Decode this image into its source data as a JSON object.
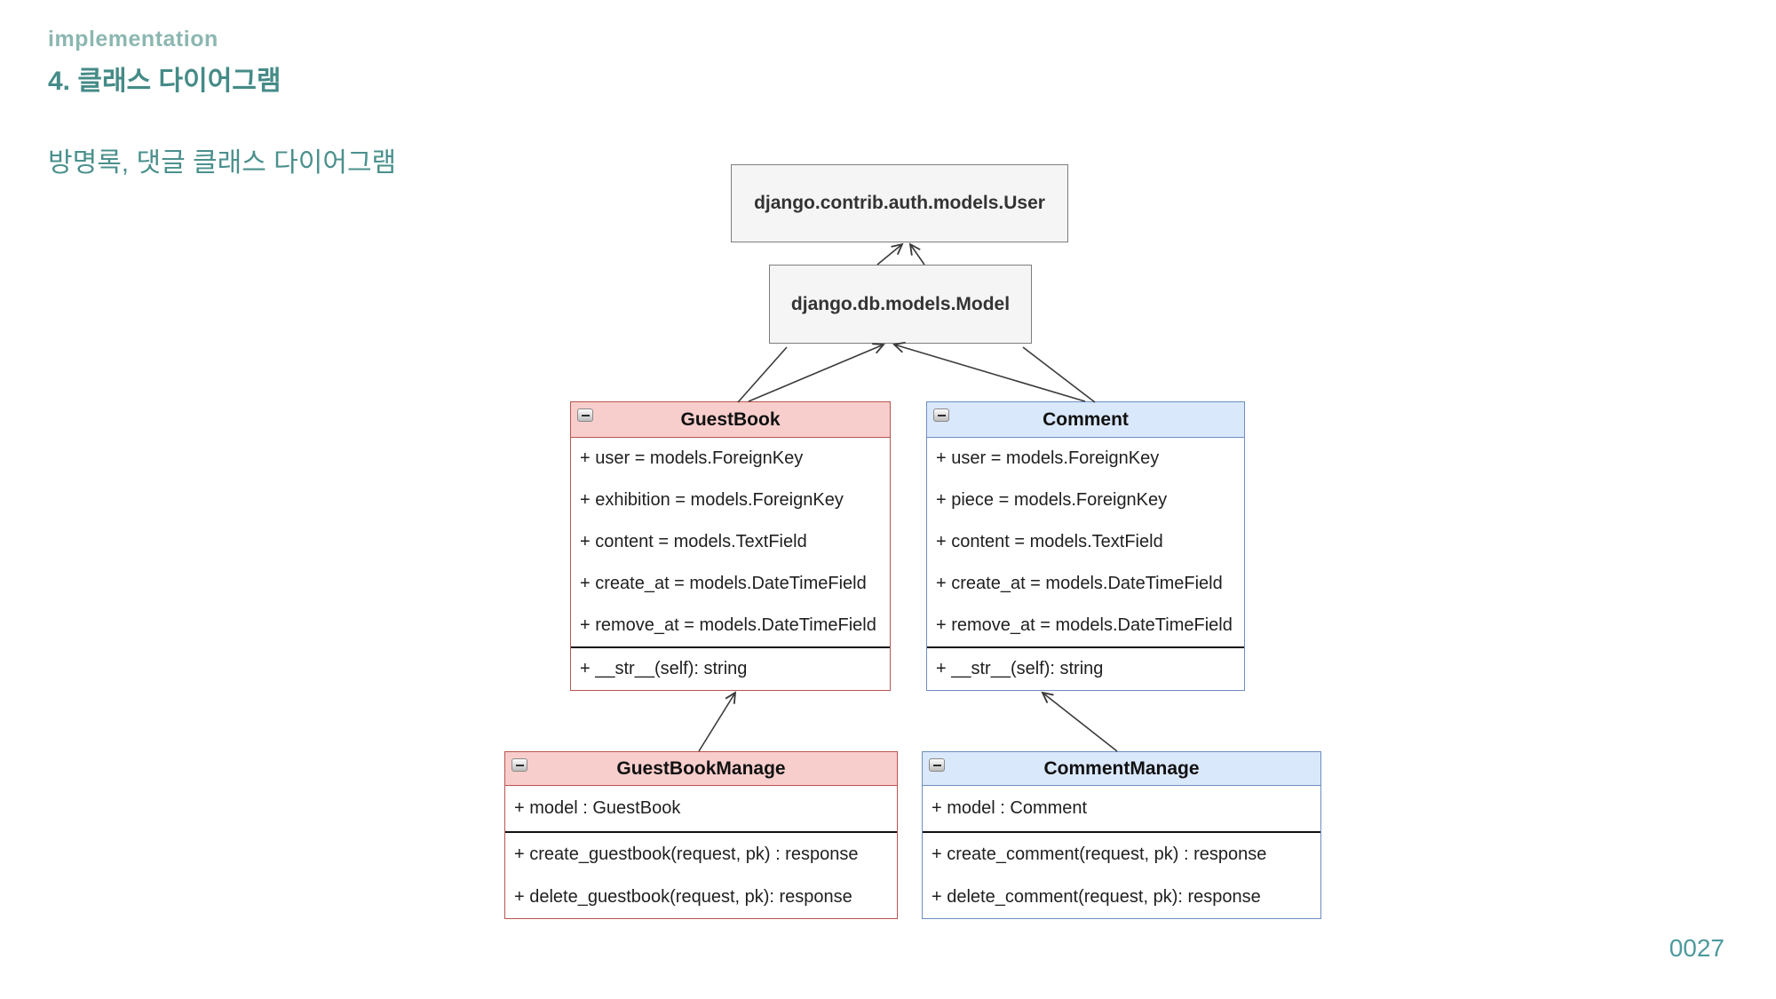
{
  "slide": {
    "eyebrow": "implementation",
    "title": "4. 클래스 다이어그램",
    "subtitle": "방명록, 댓글 클래스 다이어그램",
    "page_number": "0027"
  },
  "colors": {
    "accent_teal": "#458b87",
    "eyebrow_teal": "#8cb7b0",
    "page_number_teal": "#4d9a9c",
    "red_header_bg": "#f8cecc",
    "red_border": "#b85450",
    "blue_header_bg": "#dae8fc",
    "blue_border": "#6c8ebf",
    "external_box_bg": "#f5f5f5",
    "external_box_border": "#7d7d7d",
    "edge_stroke": "#3a3a3a"
  },
  "diagram": {
    "external_classes": [
      {
        "label": "django.contrib.auth.models.User"
      },
      {
        "label": "django.db.models.Model"
      }
    ],
    "classes": [
      {
        "name": "GuestBook",
        "theme": "red",
        "icon": "minus-icon",
        "attributes": [
          "+ user = models.ForeignKey",
          "+ exhibition = models.ForeignKey",
          "+ content = models.TextField",
          "+ create_at = models.DateTimeField",
          "+ remove_at = models.DateTimeField"
        ],
        "methods": [
          "+ __str__(self): string"
        ]
      },
      {
        "name": "Comment",
        "theme": "blue",
        "icon": "minus-icon",
        "attributes": [
          "+ user = models.ForeignKey",
          "+ piece = models.ForeignKey",
          "+ content = models.TextField",
          "+ create_at = models.DateTimeField",
          "+ remove_at = models.DateTimeField"
        ],
        "methods": [
          "+ __str__(self): string"
        ]
      },
      {
        "name": "GuestBookManage",
        "theme": "red",
        "icon": "minus-icon",
        "attributes": [
          "+ model : GuestBook"
        ],
        "methods": [
          "+ create_guestbook(request, pk) : response",
          "+ delete_guestbook(request, pk): response"
        ]
      },
      {
        "name": "CommentManage",
        "theme": "blue",
        "icon": "minus-icon",
        "attributes": [
          "+ model : Comment"
        ],
        "methods": [
          "+ create_comment(request, pk) : response",
          "+ delete_comment(request, pk): response"
        ]
      }
    ],
    "relations": [
      {
        "from": "GuestBook",
        "to": "django.contrib.auth.models.User",
        "type": "arrow"
      },
      {
        "from": "Comment",
        "to": "django.contrib.auth.models.User",
        "type": "arrow"
      },
      {
        "from": "GuestBook",
        "to": "django.db.models.Model",
        "type": "arrow"
      },
      {
        "from": "Comment",
        "to": "django.db.models.Model",
        "type": "arrow"
      },
      {
        "from": "GuestBookManage",
        "to": "GuestBook",
        "type": "arrow"
      },
      {
        "from": "CommentManage",
        "to": "Comment",
        "type": "arrow"
      }
    ]
  }
}
